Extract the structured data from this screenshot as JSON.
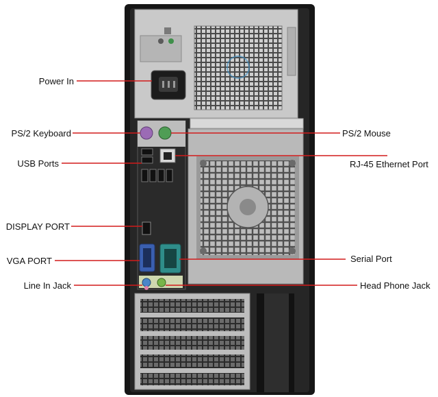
{
  "title": "",
  "colors": {
    "case_black": "#1b1b1b",
    "panel_gray": "#bdbdbd",
    "fan_gray": "#8e8e8e",
    "io_dark": "#2a2a2a",
    "callout_line": "#d21a1a",
    "ps2_keyboard": "#9b6bb5",
    "ps2_mouse": "#4f9d55",
    "vga_blue": "#3a5fb0",
    "serial_teal": "#2f8d8a",
    "line_in_blue": "#4a86c9",
    "headphone_green": "#77b54a",
    "mic_pink": "#e07ba8"
  },
  "labels": {
    "power_in": "Power In",
    "ps2_keyboard": "PS/2 Keyboard",
    "usb_ports": "USB Ports",
    "display_port": "DISPLAY PORT",
    "vga_port": "VGA PORT",
    "line_in_jack": "Line In Jack",
    "ps2_mouse": "PS/2 Mouse",
    "rj45": "RJ-45 Ethernet Port",
    "serial_port": "Serial Port",
    "head_phone_jack": "Head Phone Jack"
  },
  "icons": {
    "fan": "fan-grille-icon",
    "power_socket": "power-socket-icon",
    "usb": "usb-port-icon",
    "ethernet": "ethernet-port-icon",
    "vga": "vga-port-icon",
    "serial": "serial-port-icon",
    "audio": "audio-jack-icon",
    "display_port": "displayport-icon"
  }
}
